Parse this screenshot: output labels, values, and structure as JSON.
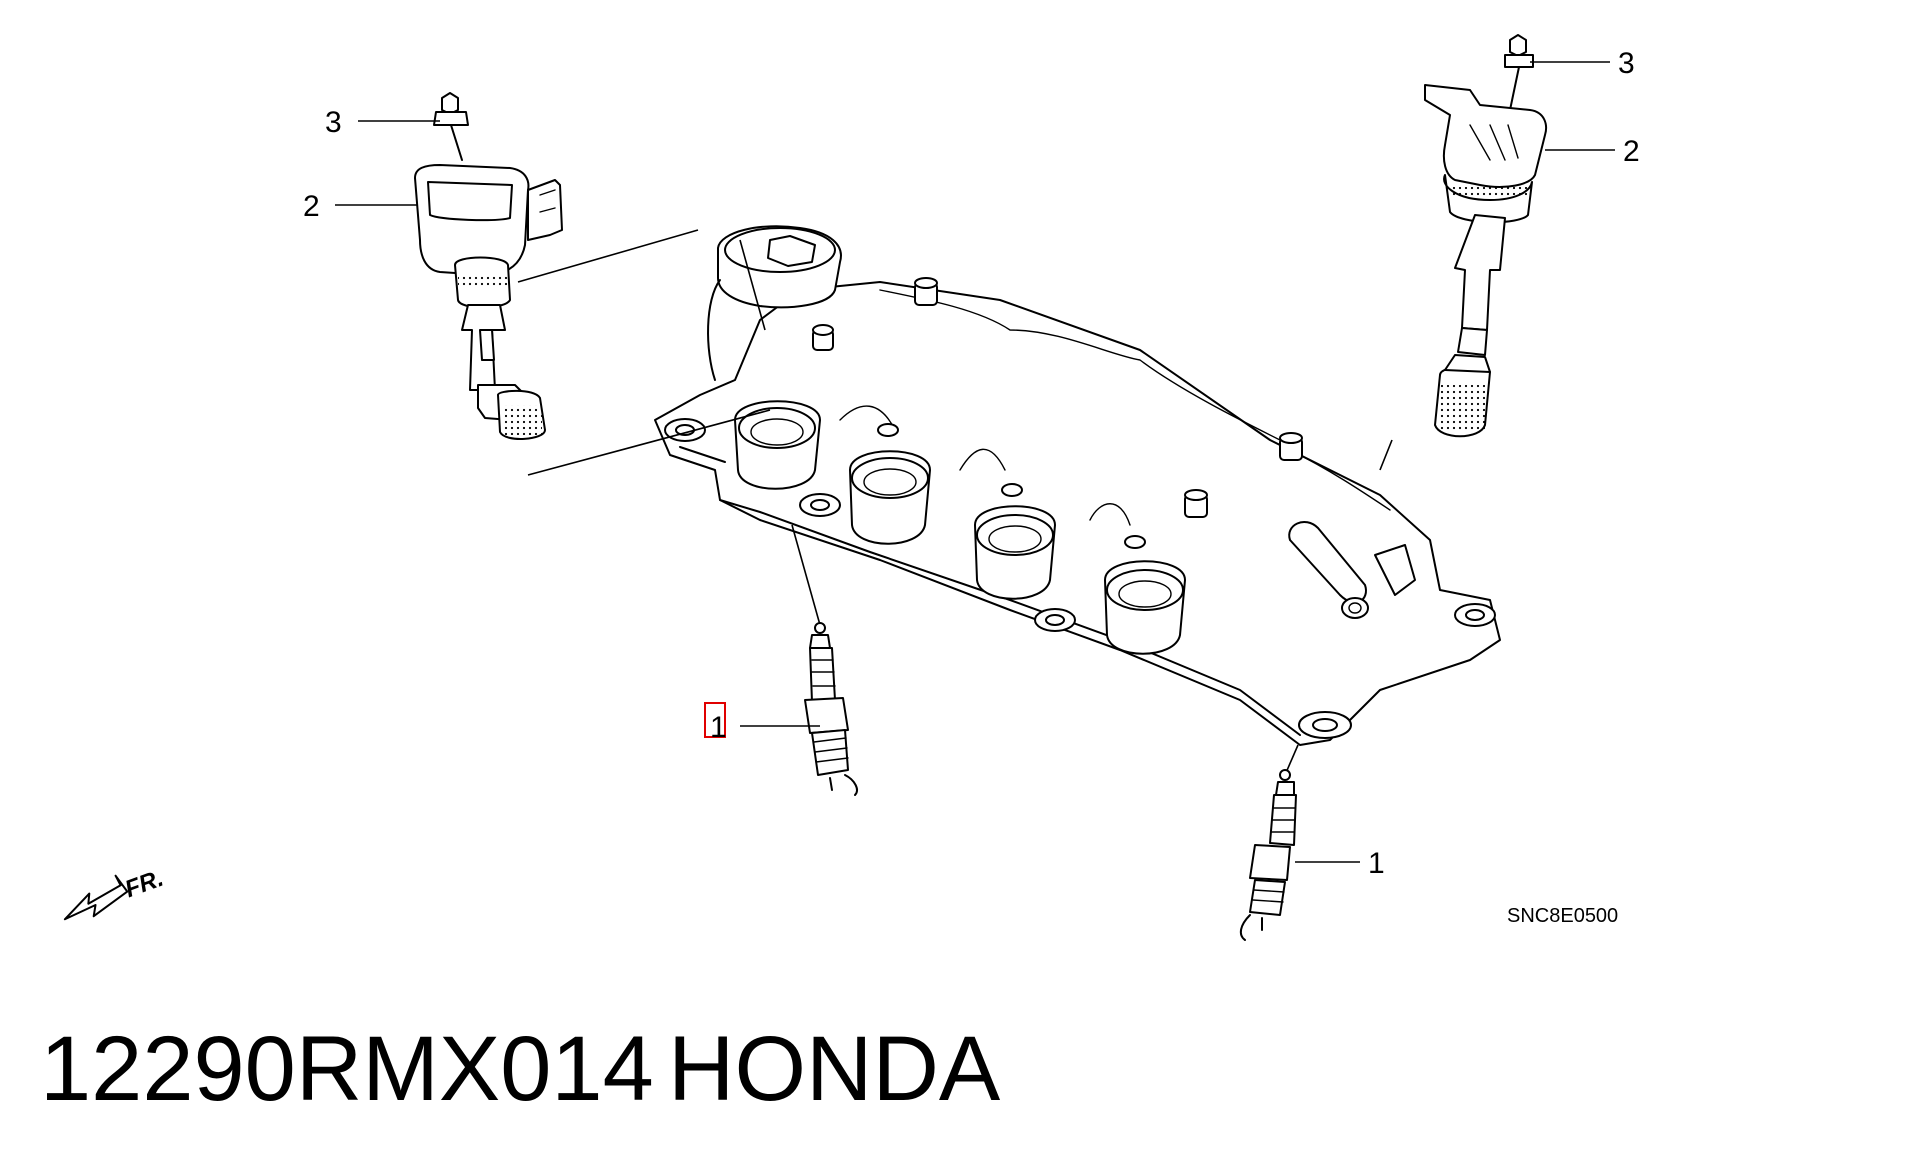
{
  "callouts": {
    "spark_plug_left": "1",
    "spark_plug_right": "1",
    "ignition_coil_left": "2",
    "ignition_coil_right": "2",
    "bolt_left": "3",
    "bolt_right": "3"
  },
  "direction_indicator": "FR.",
  "reference_code": "SNC8E0500",
  "caption": {
    "part_number": "12290RMX014",
    "brand": "HONDA"
  },
  "highlight": {
    "color": "#e00000",
    "target": "1"
  }
}
